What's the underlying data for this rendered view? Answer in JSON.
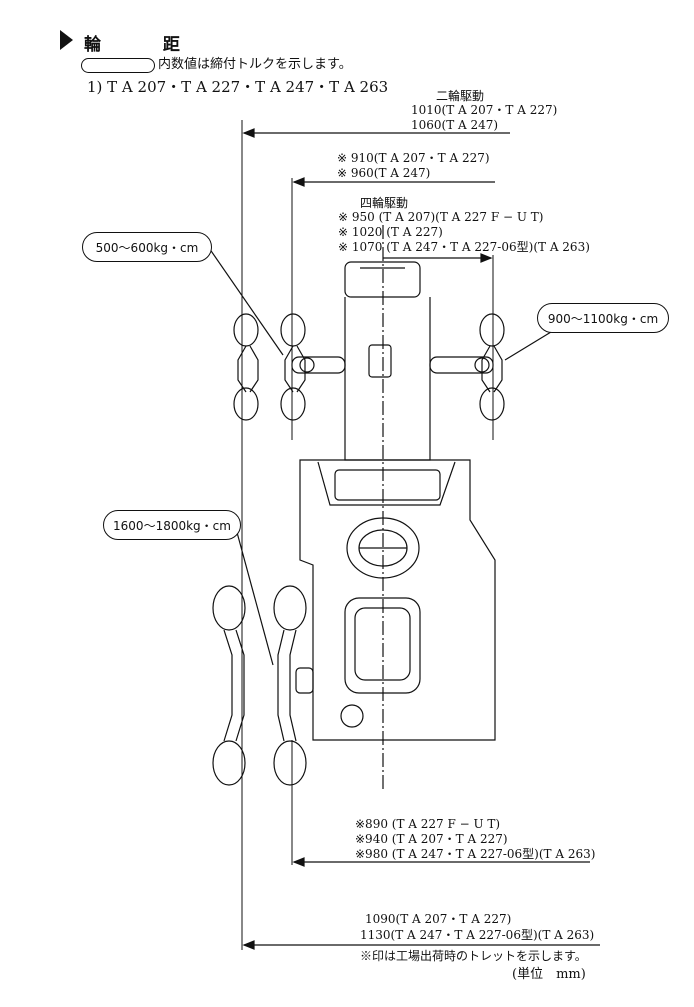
{
  "header": {
    "title": "輪 距",
    "legend_note": "内数値は締付トルクを示します。",
    "models_line": "1) T A 207・T A 227・T A 247・T A 263"
  },
  "top_dims": {
    "two_wd_heading": "二輪駆動",
    "two_wd_line1": "1010(T A 207・T A 227)",
    "two_wd_line2": "1060(T A 247)",
    "mid_line1": "※ 910(T A 207・T A 227)",
    "mid_line2": "※ 960(T A 247)",
    "four_wd_heading": "四輪駆動",
    "four_wd_line1": "※ 950 (T A 207)(T A 227 F − U T)",
    "four_wd_line2": "※ 1020 (T A 227)",
    "four_wd_line3": "※ 1070 (T A 247・T A 227-06型)(T A 263)"
  },
  "callouts": {
    "front_left": "500～600kg・cm",
    "front_right": "900～1100kg・cm",
    "rear_left": "1600～1800kg・cm"
  },
  "bottom_dims": {
    "rear_inner_line1": "※890 (T A 227 F − U T)",
    "rear_inner_line2": "※940 (T A 207・T A 227)",
    "rear_inner_line3": "※980 (T A 247・T A 227-06型)(T A 263)",
    "rear_outer_line1": "1090(T A 207・T A 227)",
    "rear_outer_line2": "1130(T A 247・T A 227-06型)(T A 263)",
    "footnote": "※印は工場出荷時のトレットを示します。",
    "unit": "(単位　mm)"
  },
  "icons": {
    "title_marker": "triangle-right-icon",
    "legend_marker": "rounded-box-icon"
  }
}
